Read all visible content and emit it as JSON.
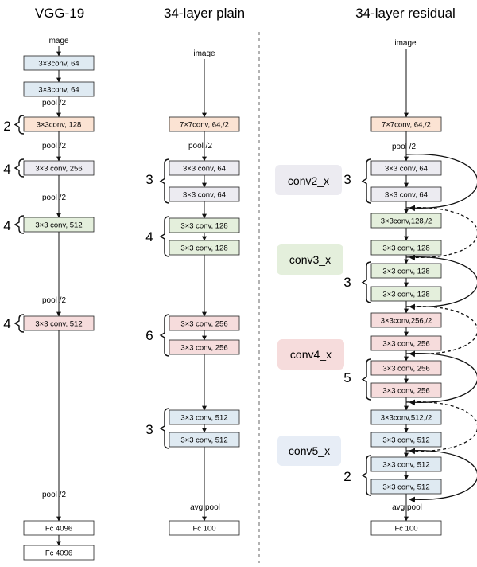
{
  "colors": {
    "blue": "#dfeaf2",
    "peach": "#fbe3d3",
    "gray": "#ecebf1",
    "green": "#e4efdc",
    "pink": "#f6dcdc",
    "white": "#ffffff",
    "stroke": "#222222",
    "arrow": "#111111"
  },
  "columns": {
    "vgg": {
      "title": "VGG-19",
      "top_label": "image",
      "nodes": [
        {
          "label": "3×3conv, 64",
          "color": "blue"
        },
        {
          "label": "3×3conv, 64",
          "color": "blue"
        },
        {
          "label": "3×3conv, 128",
          "color": "peach"
        },
        {
          "label": "3×3 conv, 256",
          "color": "gray"
        },
        {
          "label": "3×3 conv, 512",
          "color": "green"
        },
        {
          "label": "3×3 conv, 512",
          "color": "pink"
        },
        {
          "label": "Fc 4096",
          "color": "white"
        },
        {
          "label": "Fc 4096",
          "color": "white"
        }
      ],
      "pool_labels": [
        "pool /2",
        "pool /2",
        "pool /2",
        "pool /2",
        "pool /2"
      ],
      "repeats": [
        "2",
        "4",
        "4",
        "4"
      ]
    },
    "plain": {
      "title": "34-layer plain",
      "top_label": "image",
      "nodes": [
        {
          "label": "7×7conv, 64,/2",
          "color": "peach"
        },
        {
          "label": "3×3 conv, 64",
          "color": "gray"
        },
        {
          "label": "3×3 conv, 64",
          "color": "gray"
        },
        {
          "label": "3×3 conv, 128",
          "color": "green"
        },
        {
          "label": "3×3 conv, 128",
          "color": "green"
        },
        {
          "label": "3×3 conv, 256",
          "color": "pink"
        },
        {
          "label": "3×3 conv, 256",
          "color": "pink"
        },
        {
          "label": "3×3 conv, 512",
          "color": "blue"
        },
        {
          "label": "3×3 conv, 512",
          "color": "blue"
        },
        {
          "label": "Fc 100",
          "color": "white"
        }
      ],
      "pool_labels": [
        "pool /2",
        "avg pool"
      ],
      "repeats": [
        "3",
        "4",
        "6",
        "3"
      ]
    },
    "residual": {
      "title": "34-layer residual",
      "top_label": "image",
      "nodes": [
        {
          "label": "7×7conv, 64,/2",
          "color": "peach"
        },
        {
          "label": "3×3 conv, 64",
          "color": "gray"
        },
        {
          "label": "3×3 conv, 64",
          "color": "gray"
        },
        {
          "label": "3×3conv,128,/2",
          "color": "green"
        },
        {
          "label": "3×3 conv, 128",
          "color": "green"
        },
        {
          "label": "3×3 conv, 128",
          "color": "green"
        },
        {
          "label": "3×3 conv, 128",
          "color": "green"
        },
        {
          "label": "3×3conv,256,/2",
          "color": "pink"
        },
        {
          "label": "3×3 conv, 256",
          "color": "pink"
        },
        {
          "label": "3×3 conv, 256",
          "color": "pink"
        },
        {
          "label": "3×3 conv, 256",
          "color": "pink"
        },
        {
          "label": "3×3conv,512,/2",
          "color": "blue"
        },
        {
          "label": "3×3 conv, 512",
          "color": "blue"
        },
        {
          "label": "3×3 conv, 512",
          "color": "blue"
        },
        {
          "label": "3×3 conv, 512",
          "color": "blue"
        },
        {
          "label": "Fc 100",
          "color": "white"
        }
      ],
      "pool_labels": [
        "pool /2",
        "avg pool"
      ],
      "repeats": [
        "3",
        "3",
        "5",
        "2"
      ],
      "stage_labels": [
        {
          "label": "conv2_x",
          "color": "gray"
        },
        {
          "label": "conv3_x",
          "color": "green"
        },
        {
          "label": "conv4_x",
          "color": "pink"
        },
        {
          "label": "conv5_x",
          "color": "blue"
        }
      ]
    }
  }
}
